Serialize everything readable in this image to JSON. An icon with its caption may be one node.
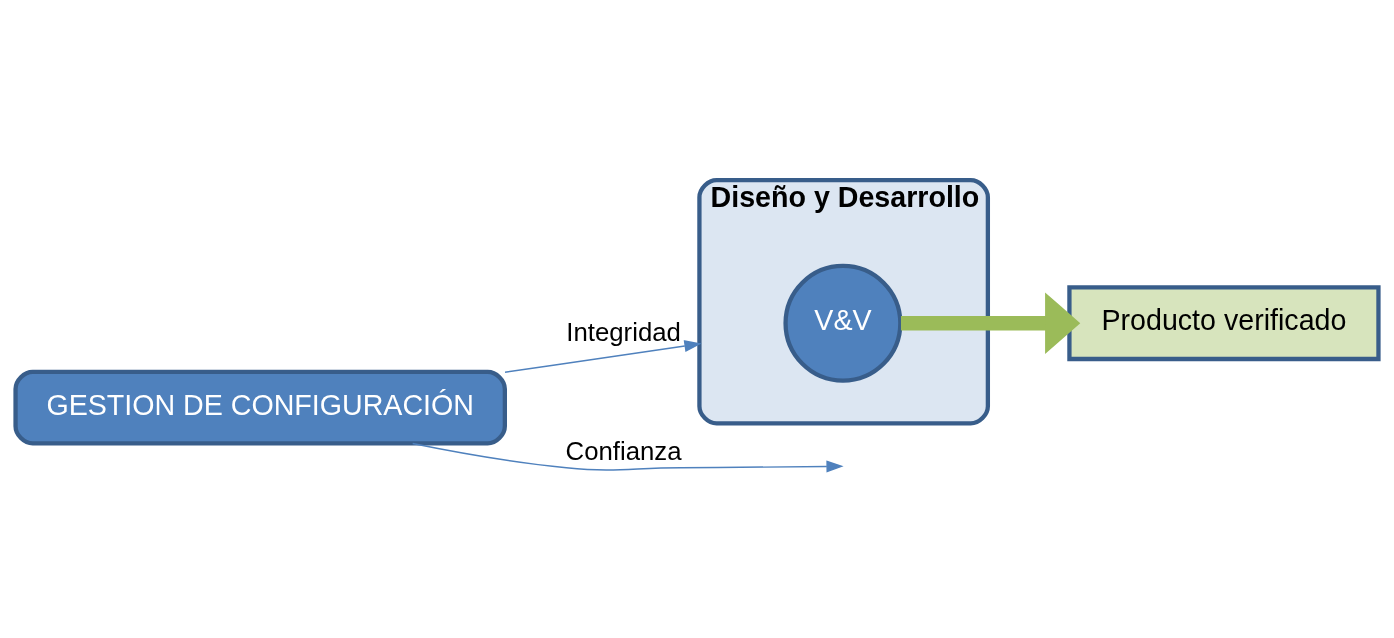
{
  "diagram": {
    "nodes": [
      {
        "text": [
          "GESTION DE CONFIGURACIÓN"
        ]
      },
      {
        "text": [
          "Diseño y Desarrollo"
        ]
      },
      {
        "text": [
          "V&V"
        ],
        "in": 1
      },
      {
        "text": [
          "Producto verificado"
        ]
      }
    ],
    "edges": [
      {
        "from": 0,
        "to": 1,
        "arrow": "to",
        "label": "Integridad"
      },
      {
        "from": 0,
        "to": null,
        "arrow": "to",
        "label": "Confianza"
      },
      {
        "from": 2,
        "to": 3,
        "arrow": "to",
        "style": "thick",
        "color": "#9bbb59"
      }
    ]
  }
}
